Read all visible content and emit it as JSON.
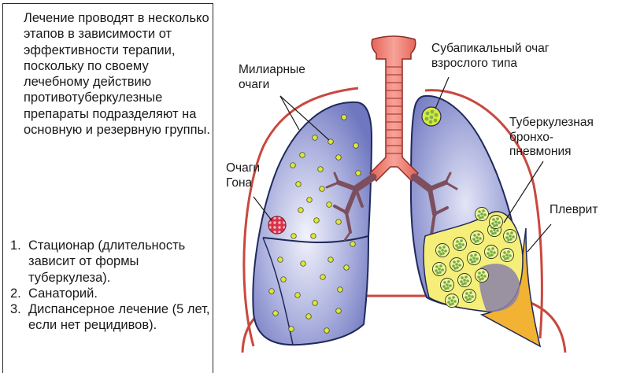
{
  "intro_text": "Лечение проводят в несколько этапов в зависимости от эффективности терапии, поскольку по своему лечебному действию противотуберкулезные препараты подразделяют на основную и резервную группы.",
  "steps": [
    {
      "num": "1.",
      "text": "Стационар (длительность зависит от формы туберкулеза)."
    },
    {
      "num": "2.",
      "text": "Санаторий."
    },
    {
      "num": "3.",
      "text": "Диспансерное лечение (5 лет, если нет рецидивов)."
    }
  ],
  "labels": {
    "miliary": "Милиарные очаги",
    "ghon": "Очаги Гона",
    "subapical": "Субапикальный очаг взрослого типа",
    "bronchopneumonia": "Туберкулезная бронхо- пневмония",
    "pleurisy": "Плеврит"
  },
  "colors": {
    "lung_fill": "#7b82c6",
    "trachea": "#e8756a",
    "bronchi": "#8f5e6b",
    "pleura": "#c9483f",
    "miliary_dot": "#dde63a",
    "ghon_focus": "#e0364c",
    "consolidation": "#f5ef7a",
    "effusion": "#f2b233"
  }
}
